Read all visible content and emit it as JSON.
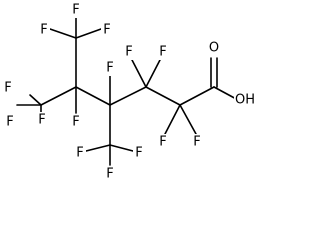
{
  "molecule": {
    "atom_labels": {
      "f_top_cf3_top": "F",
      "f_top_cf3_left": "F",
      "f_top_cf3_right": "F",
      "f_left_cf3_top": "F",
      "f_left_cf3_left": "F",
      "f_left_cf3_bottom": "F",
      "f_c5": "F",
      "f_c4": "F",
      "f_bot_cf3_left": "F",
      "f_bot_cf3_right": "F",
      "f_bot_cf3_bottom": "F",
      "f_c3_left": "F",
      "f_c3_right": "F",
      "f_c2_left": "F",
      "f_c2_right": "F",
      "o_carbonyl": "O",
      "oh_group": "OH"
    },
    "colors": {
      "bond": "#000000",
      "label": "#000000",
      "background": "#ffffff"
    }
  }
}
